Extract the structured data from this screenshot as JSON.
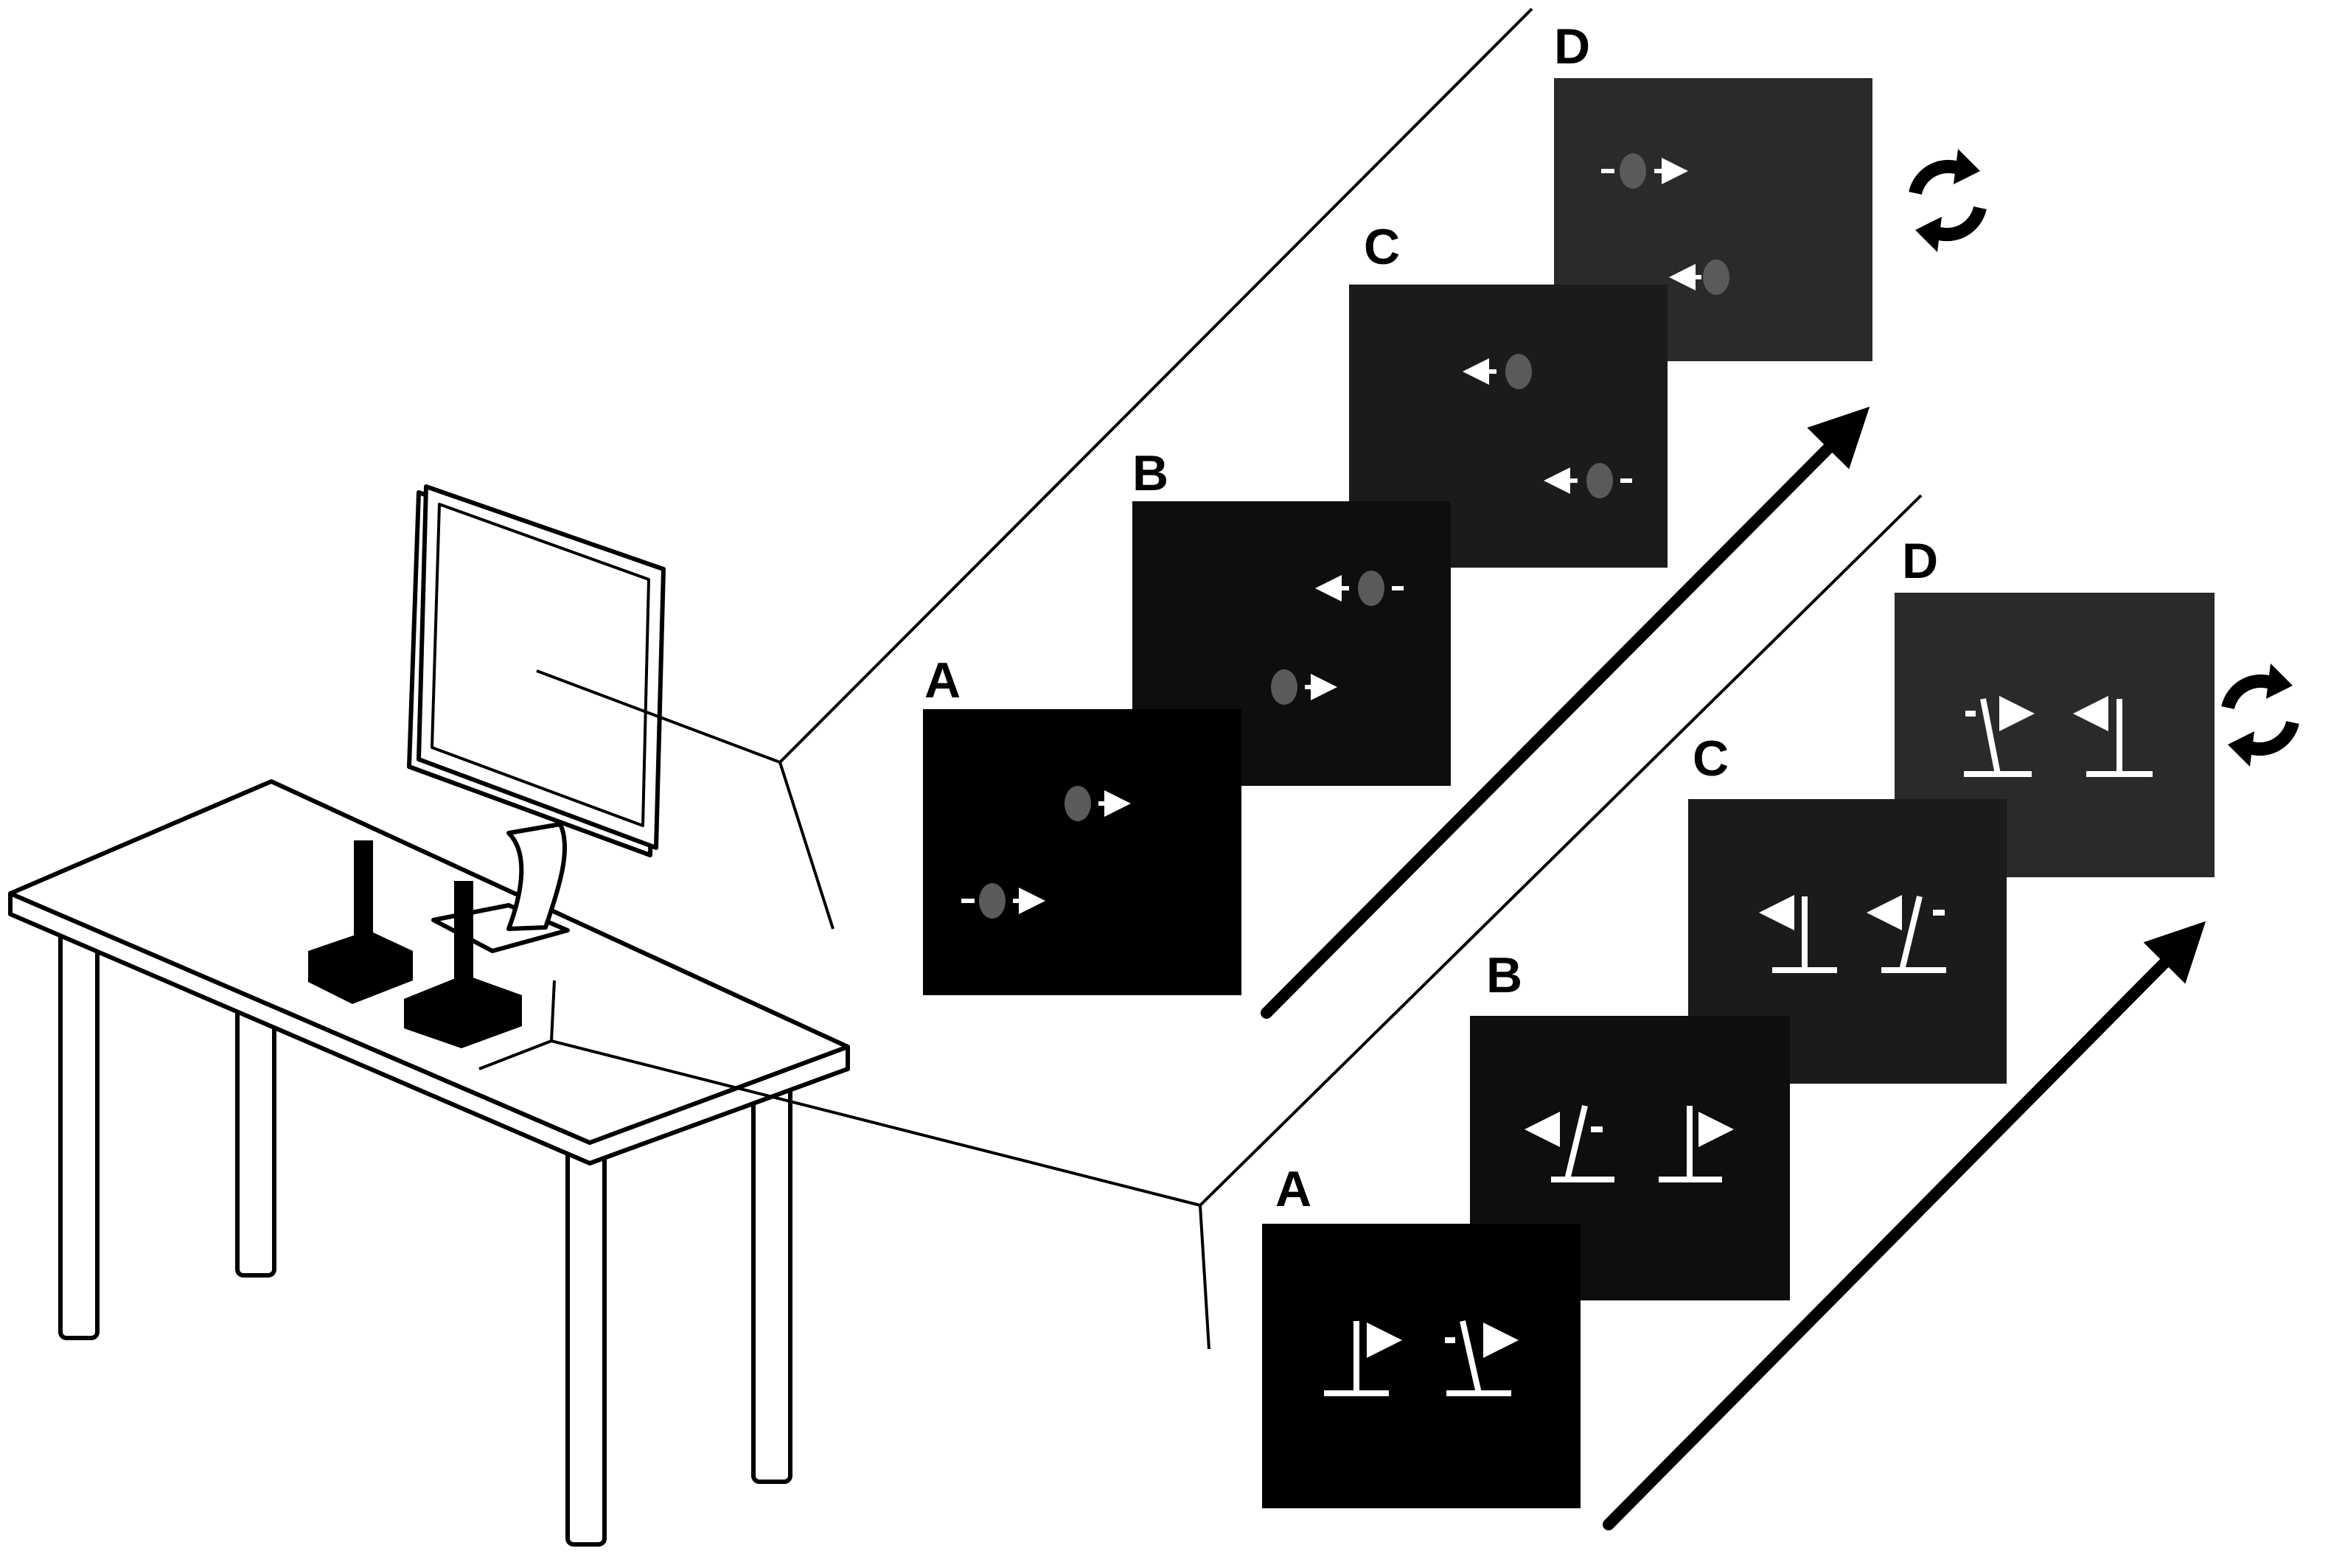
{
  "figure": {
    "upper_sequence": {
      "labels": [
        "A",
        "B",
        "C",
        "D"
      ],
      "panel_colors": [
        "#000000",
        "#0e0e0e",
        "#1b1b1b",
        "#2a2a2a"
      ],
      "repeat_icon": "refresh-cycle-icon"
    },
    "lower_sequence": {
      "labels": [
        "A",
        "B",
        "C",
        "D"
      ],
      "panel_colors": [
        "#000000",
        "#0e0e0e",
        "#1b1b1b",
        "#2a2a2a"
      ],
      "repeat_icon": "refresh-cycle-icon"
    },
    "colors": {
      "stimulus_dot": "#5a5a5a",
      "arrow": "#ffffff",
      "line_art": "#000000"
    }
  }
}
